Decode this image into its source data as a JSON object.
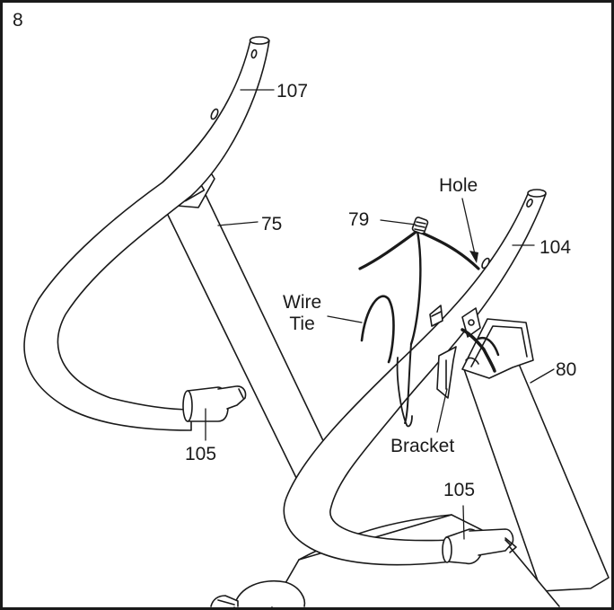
{
  "step": {
    "number": "8"
  },
  "labels": {
    "tube_top_left": "107",
    "upright_left": "75",
    "grip_cover_left": "105",
    "wire": "79",
    "hole": "Hole",
    "tube_right": "104",
    "wire_tie_line1": "Wire",
    "wire_tie_line2": "Tie",
    "upright_right": "80",
    "bracket": "Bracket",
    "grip_cover_right": "105"
  },
  "colors": {
    "line": "#1a1a1a",
    "fill": "#ffffff",
    "shade": "#9a9a9a"
  }
}
